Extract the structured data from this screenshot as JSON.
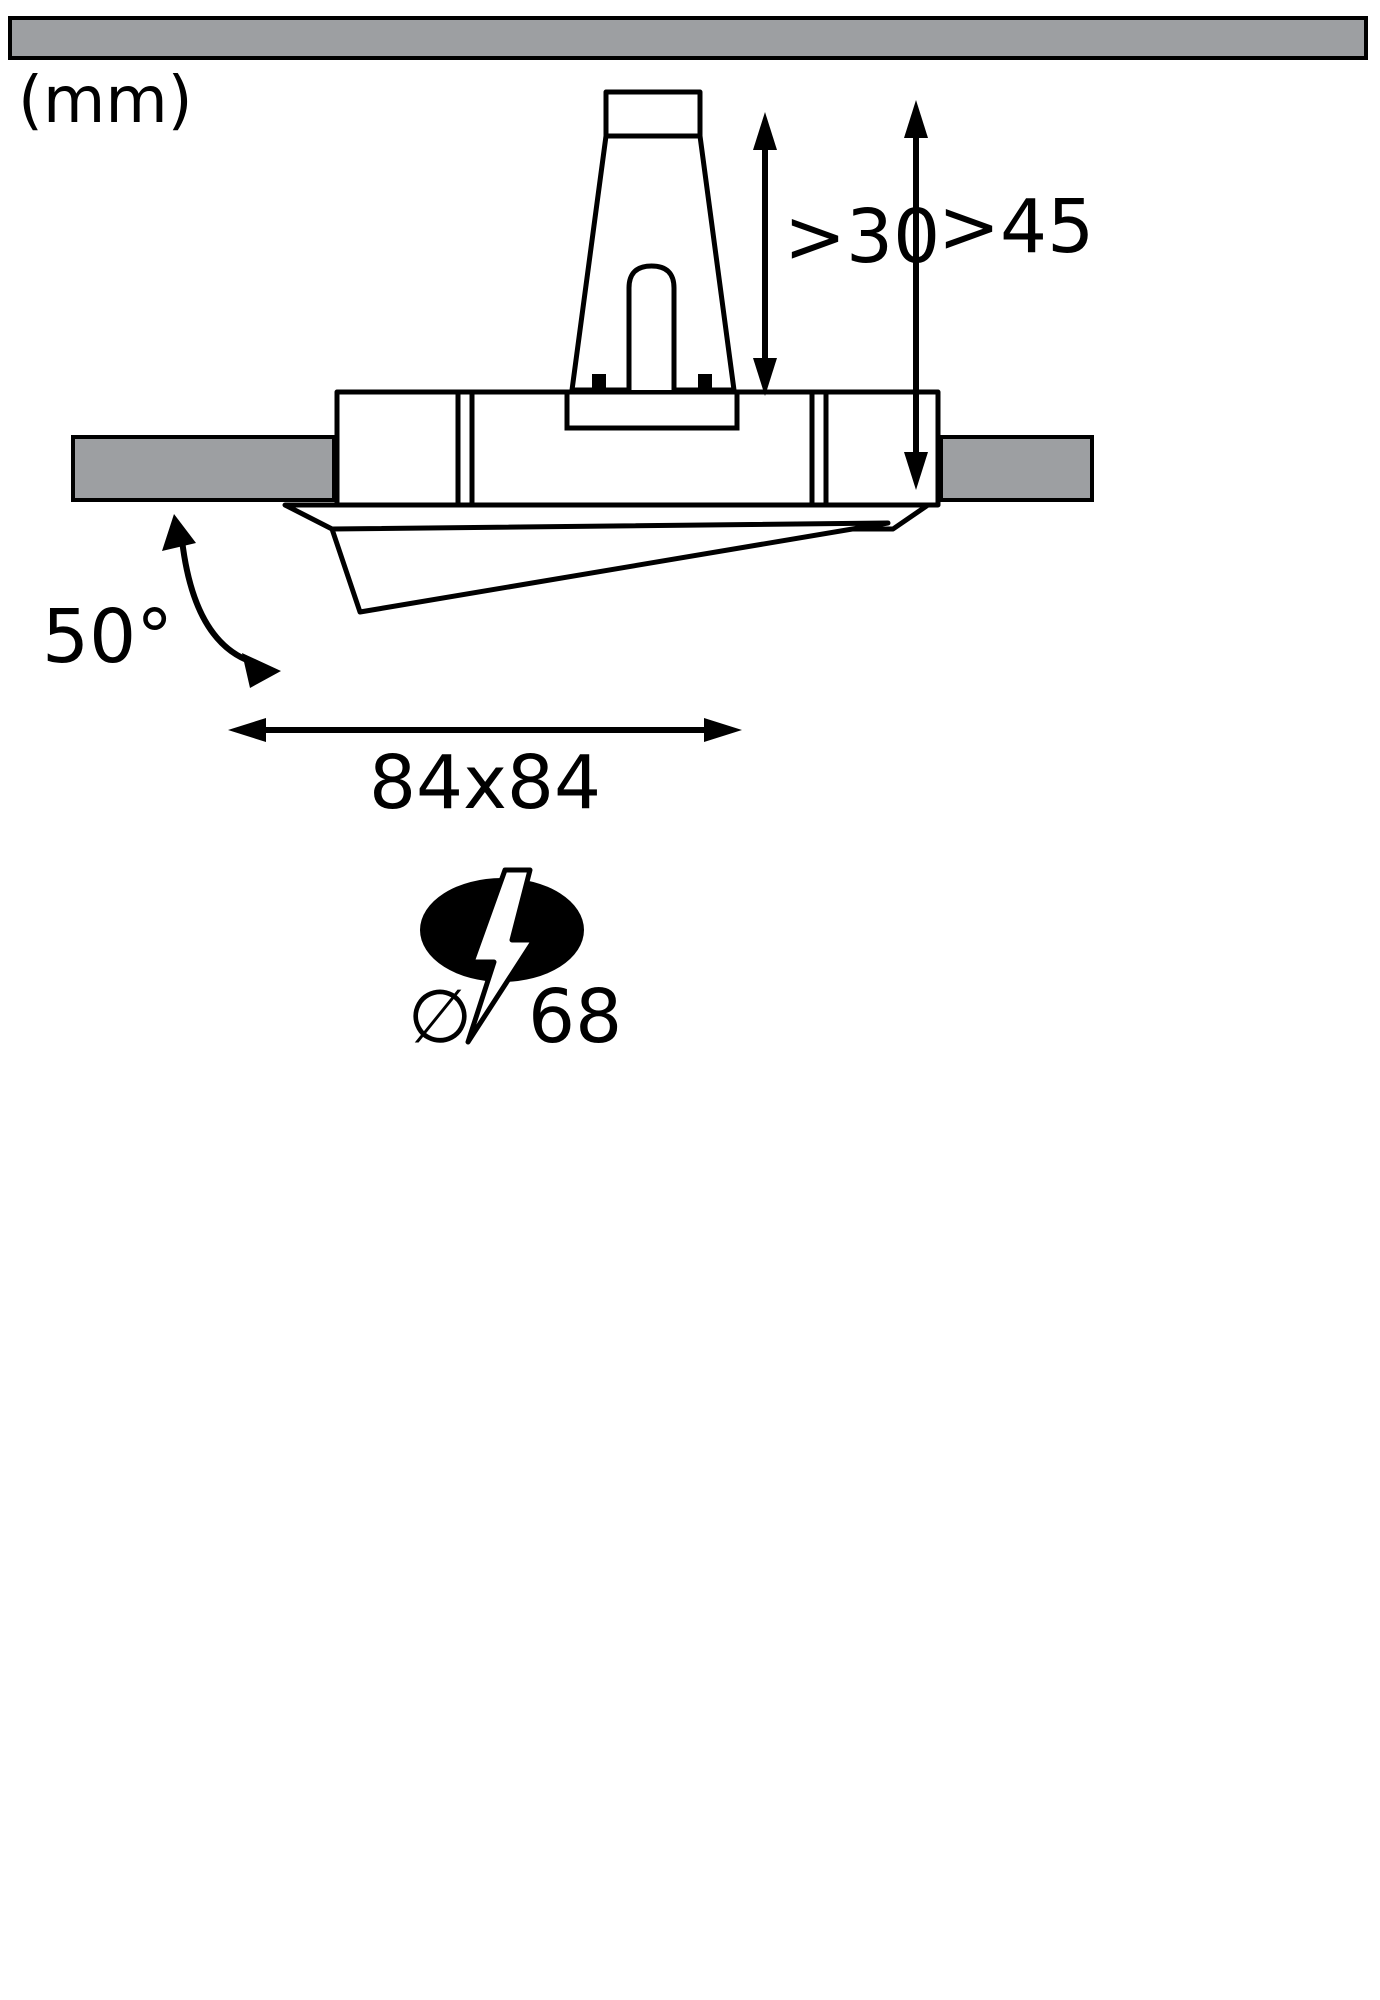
{
  "diagram": {
    "unit_label": "(mm)",
    "dimensions": {
      "recess_depth_min": ">30",
      "total_depth_min": ">45",
      "tilt_angle": "50°",
      "footprint": "84x84",
      "cutout_symbol": "∅",
      "cutout_value": "68"
    },
    "colors": {
      "ceiling_gray": "#9d9fa2",
      "line_black": "#000000",
      "background": "#ffffff"
    }
  }
}
